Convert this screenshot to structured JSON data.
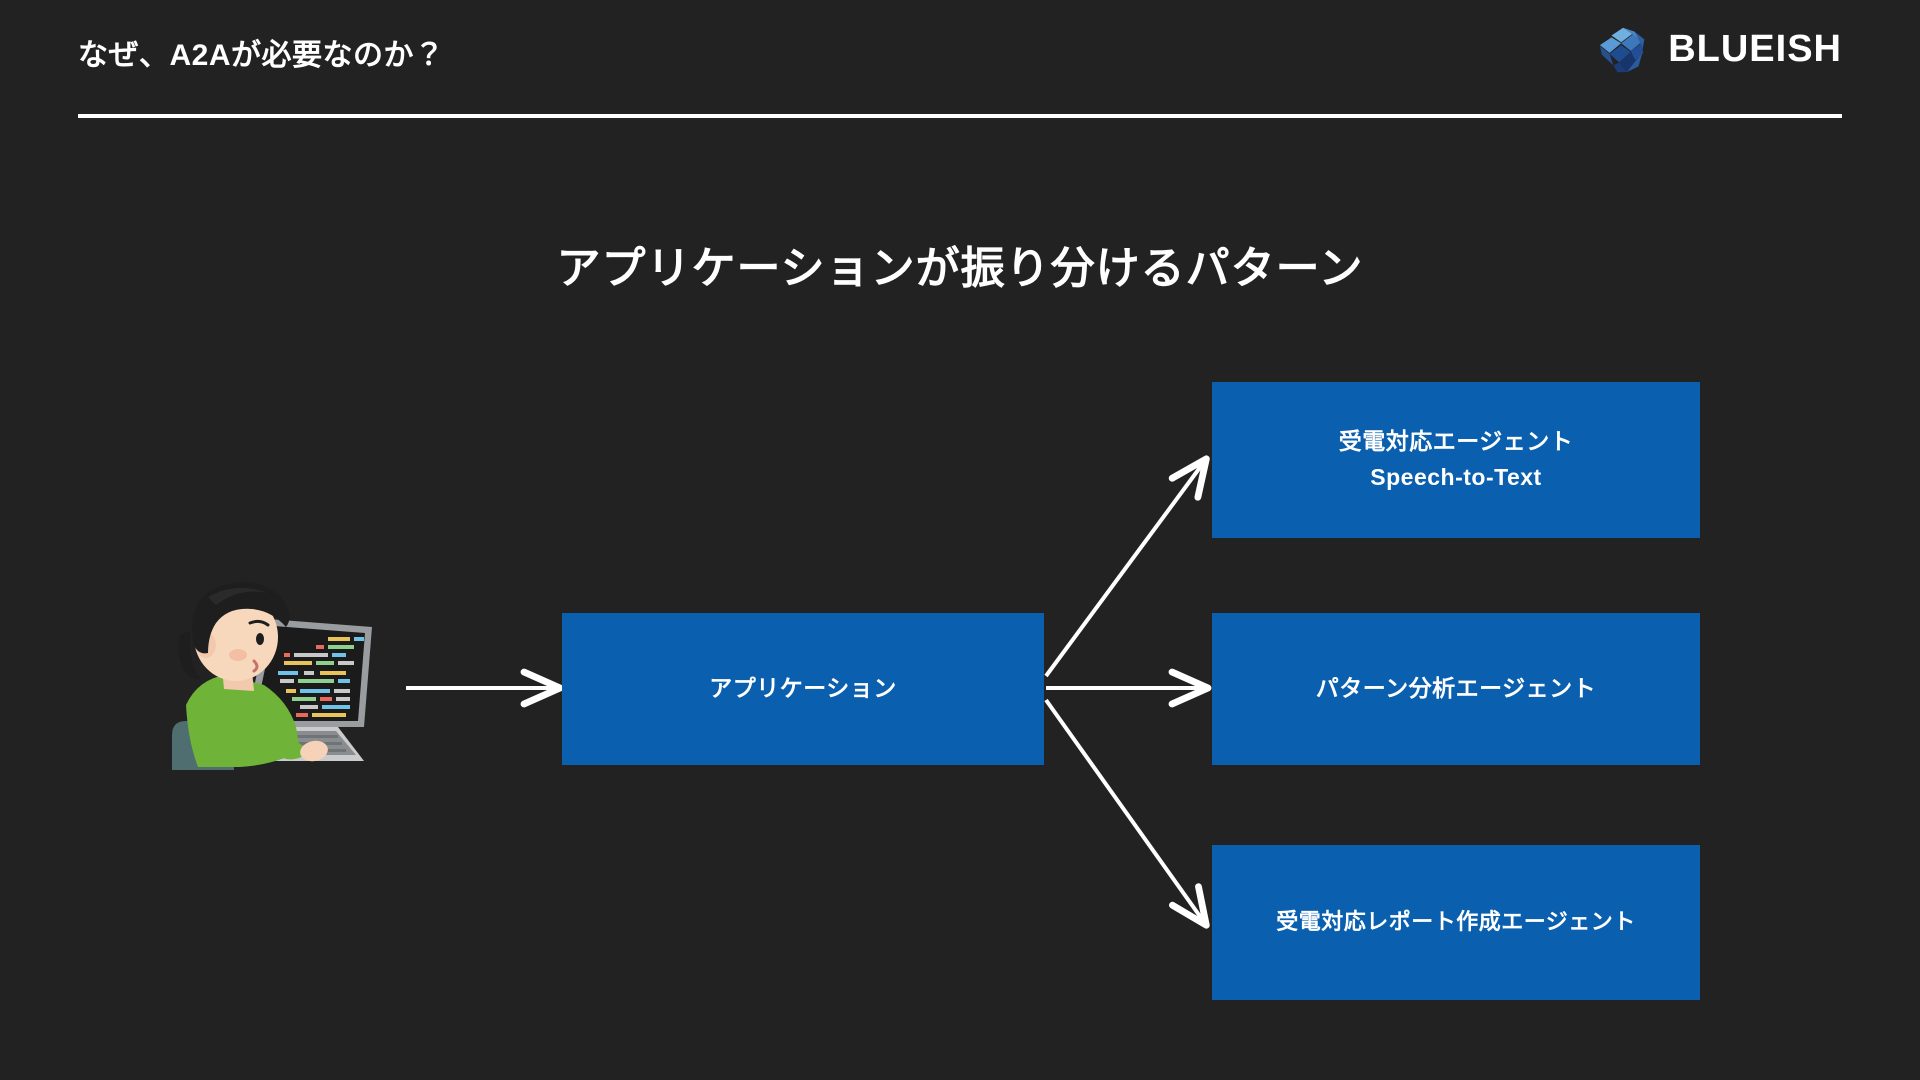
{
  "page": {
    "background_color": "#222222",
    "accent_color": "#0A5FAF",
    "text_color": "#ffffff"
  },
  "header": {
    "title": "なぜ、A2Aが必要なのか？",
    "brand_name": "BLUEISH",
    "logo_icon": "blueish-gem-icon"
  },
  "main": {
    "title": "アプリケーションが振り分けるパターン"
  },
  "diagram": {
    "actor": {
      "icon": "person-at-laptop-illustration",
      "label": ""
    },
    "hub": {
      "label": "アプリケーション"
    },
    "targets": [
      {
        "label_line1": "受電対応エージェント",
        "label_line2": "Speech-to-Text"
      },
      {
        "label_line1": "パターン分析エージェント",
        "label_line2": ""
      },
      {
        "label_line1": "受電対応レポート作成エージェント",
        "label_line2": ""
      }
    ],
    "connectors": [
      {
        "name": "actor-to-hub-arrow",
        "from": "actor",
        "to": "hub"
      },
      {
        "name": "hub-to-target-1-arrow",
        "from": "hub",
        "to": "target-1"
      },
      {
        "name": "hub-to-target-2-arrow",
        "from": "hub",
        "to": "target-2"
      },
      {
        "name": "hub-to-target-3-arrow",
        "from": "hub",
        "to": "target-3"
      }
    ]
  }
}
